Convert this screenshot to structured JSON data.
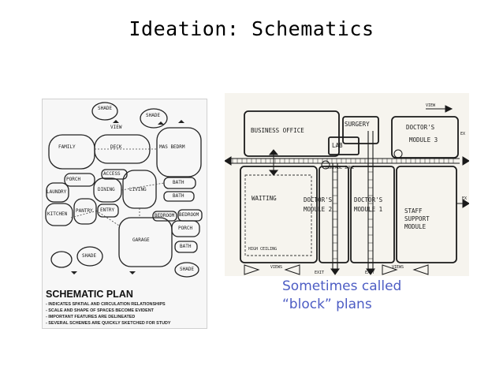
{
  "slide": {
    "title": "Ideation: Schematics",
    "caption_line1": "Sometimes called",
    "caption_line2": "“block” plans",
    "caption_color": "#4d5dc4"
  },
  "left_drawing": {
    "heading": "SCHEMATIC PLAN",
    "notes": [
      "- INDICATES SPATIAL AND CIRCULATION RELATIONSHIPS",
      "- SCALE AND SHAPE OF SPACES BECOME EVIDENT",
      "- IMPORTANT FEATURES ARE DELINEATED",
      "- SEVERAL SCHEMES ARE QUICKLY SKETCHED FOR STUDY"
    ],
    "labels": {
      "shade_top": "SHADE",
      "view": "VIEW",
      "shade_mid": "SHADE",
      "family": "FAMILY",
      "deck": "DECK",
      "master_bedroom": "MAS BEDRM",
      "porch_left": "PORCH",
      "access": "ACCESS",
      "laundry": "LAUNDRY",
      "dining": "DINING",
      "living": "LIVING",
      "bath_1": "BATH",
      "bath_2": "BATH",
      "kitchen": "KITCHEN",
      "pantry": "PANTRY",
      "entry": "ENTRY",
      "bedroom_1": "BEDROOM",
      "bedroom_2": "BEDROOM",
      "porch_right": "PORCH",
      "garage": "GARAGE",
      "shade_bottom": "SHADE",
      "bath_3": "BATH",
      "shade_right": "SHADE"
    }
  },
  "right_drawing": {
    "labels": {
      "view": "VIEW",
      "business_office": "BUSINESS OFFICE",
      "surgery": "SURGERY",
      "lab": "LAB",
      "doctors_module_3_a": "DOCTOR'S",
      "doctors_module_3_b": "MODULE 3",
      "control_zone": "CONTROL ZONE",
      "waiting": "WAITING",
      "high_ceiling": "HIGH CEILING",
      "doctors_module_2_a": "DOCTOR'S",
      "doctors_module_2_b": "MODULE 2",
      "doctors_module_1_a": "DOCTOR'S",
      "doctors_module_1_b": "MODULE 1",
      "staff_a": "STAFF",
      "staff_b": "SUPPORT",
      "staff_c": "MODULE",
      "views_left": "VIEWS",
      "exit_left": "EXIT",
      "exit_mid": "EXIT",
      "views_right": "VIEWS",
      "ex_top": "EX",
      "ex_right": "EX"
    }
  }
}
